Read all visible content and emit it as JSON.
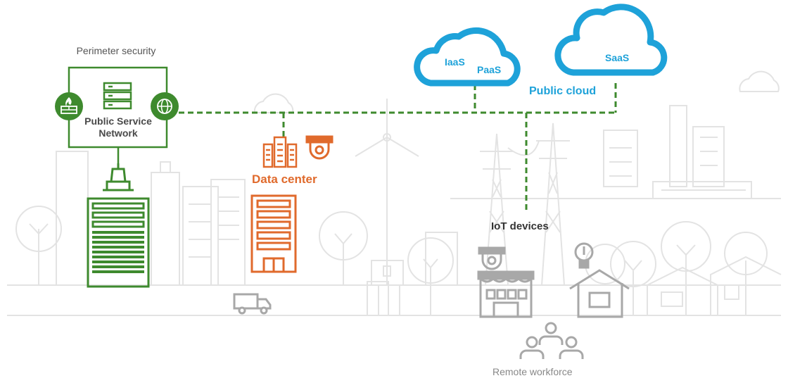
{
  "labels": {
    "perimeter_security": "Perimeter security",
    "public_service_network": "Public Service Network",
    "data_center": "Data center",
    "public_cloud": "Public cloud",
    "iaas": "IaaS",
    "paas": "PaaS",
    "saas": "SaaS",
    "iot_devices": "IoT devices",
    "remote_workforce": "Remote workforce"
  },
  "colors": {
    "green": "#3e8a2e",
    "orange": "#e06a2c",
    "blue": "#1ea2d9",
    "gray": "#a8a8a8",
    "light_gray": "#e3e3e3"
  },
  "icons": [
    "firewall-icon",
    "server-rack-icon",
    "globe-icon",
    "security-camera-icon",
    "lightbulb-icon",
    "truck-icon",
    "people-icon"
  ]
}
